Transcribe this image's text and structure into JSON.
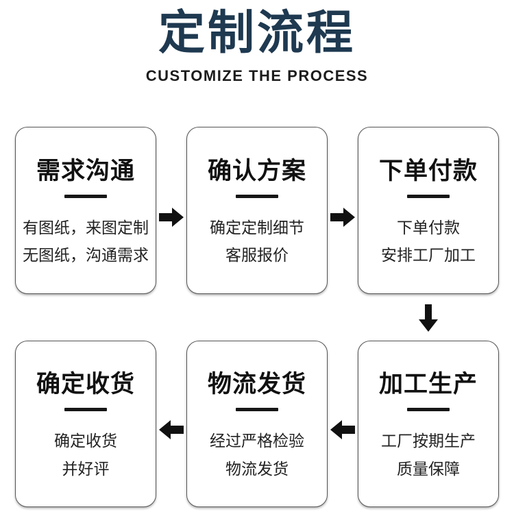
{
  "header": {
    "title": "定制流程",
    "subtitle": "CUSTOMIZE THE PROCESS"
  },
  "colors": {
    "title_navy": "#1e3950",
    "text_black": "#111111",
    "box_border_gray": "#565656",
    "arrow_black": "#111111",
    "background": "#ffffff"
  },
  "icons": {
    "flow_right": "arrow-right",
    "flow_down": "arrow-down",
    "flow_left": "arrow-left"
  },
  "rows": [
    {
      "direction": "right",
      "boxes": [
        {
          "title": "需求沟通",
          "lines": [
            "有图纸，来图定制",
            "无图纸，沟通需求"
          ]
        },
        {
          "title": "确认方案",
          "lines": [
            "确定定制细节",
            "客服报价"
          ]
        },
        {
          "title": "下单付款",
          "lines": [
            "下单付款",
            "安排工厂加工"
          ]
        }
      ]
    },
    {
      "direction": "left",
      "boxes": [
        {
          "title": "确定收货",
          "lines": [
            "确定收货",
            "并好评"
          ]
        },
        {
          "title": "物流发货",
          "lines": [
            "经过严格检验",
            "物流发货"
          ]
        },
        {
          "title": "加工生产",
          "lines": [
            "工厂按期生产",
            "质量保障"
          ]
        }
      ]
    }
  ]
}
